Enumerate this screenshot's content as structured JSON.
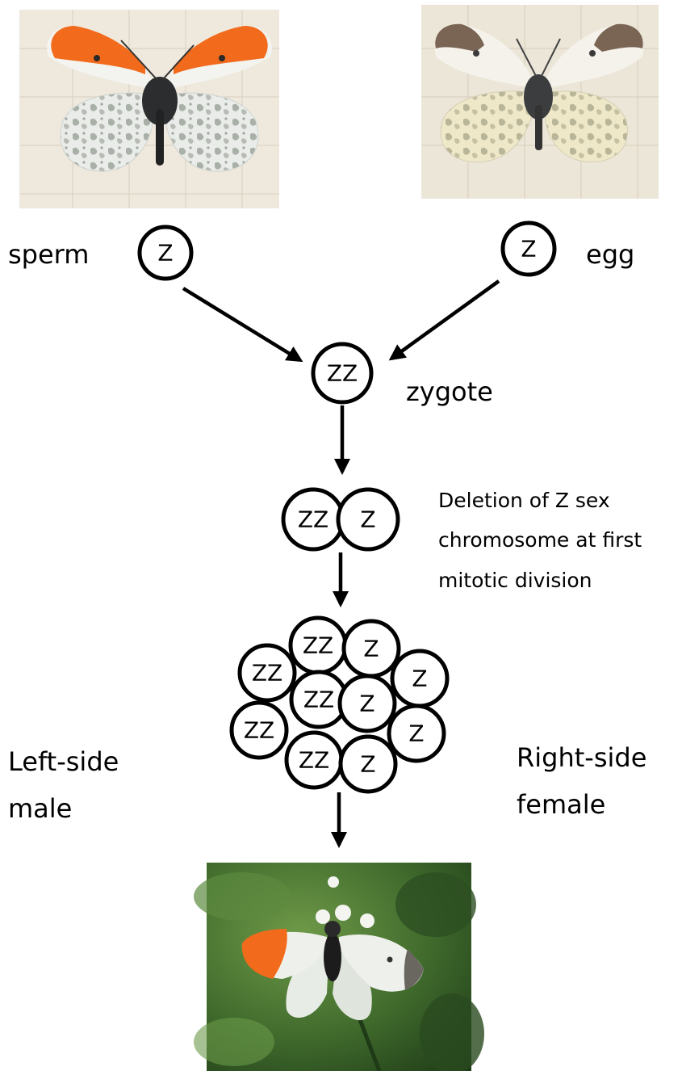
{
  "labels": {
    "sperm": "sperm",
    "egg": "egg",
    "zygote": "zygote",
    "deletion_line1": "Deletion of Z sex",
    "deletion_line2": "chromosome at first",
    "deletion_line3": "mitotic division",
    "left_line1": "Left-side",
    "left_line2": "male",
    "right_line1": "Right-side",
    "right_line2": "female"
  },
  "cells": {
    "sperm": "Z",
    "egg": "Z",
    "zygote": "ZZ",
    "division": [
      "ZZ",
      "Z"
    ],
    "cluster": [
      "ZZ",
      "Z",
      "ZZ",
      "Z",
      "ZZ",
      "ZZ",
      "Z",
      "ZZ",
      "Z",
      "Z"
    ]
  },
  "images": {
    "male_specimen": "orange-tip-male-specimen",
    "female_specimen": "orange-tip-female-specimen",
    "gynandromorph": "gynandromorph-butterfly-photo"
  },
  "colors": {
    "orange": "#f26a1b",
    "wing_white": "#eef0ee",
    "foliage": "#3f6a2c"
  }
}
